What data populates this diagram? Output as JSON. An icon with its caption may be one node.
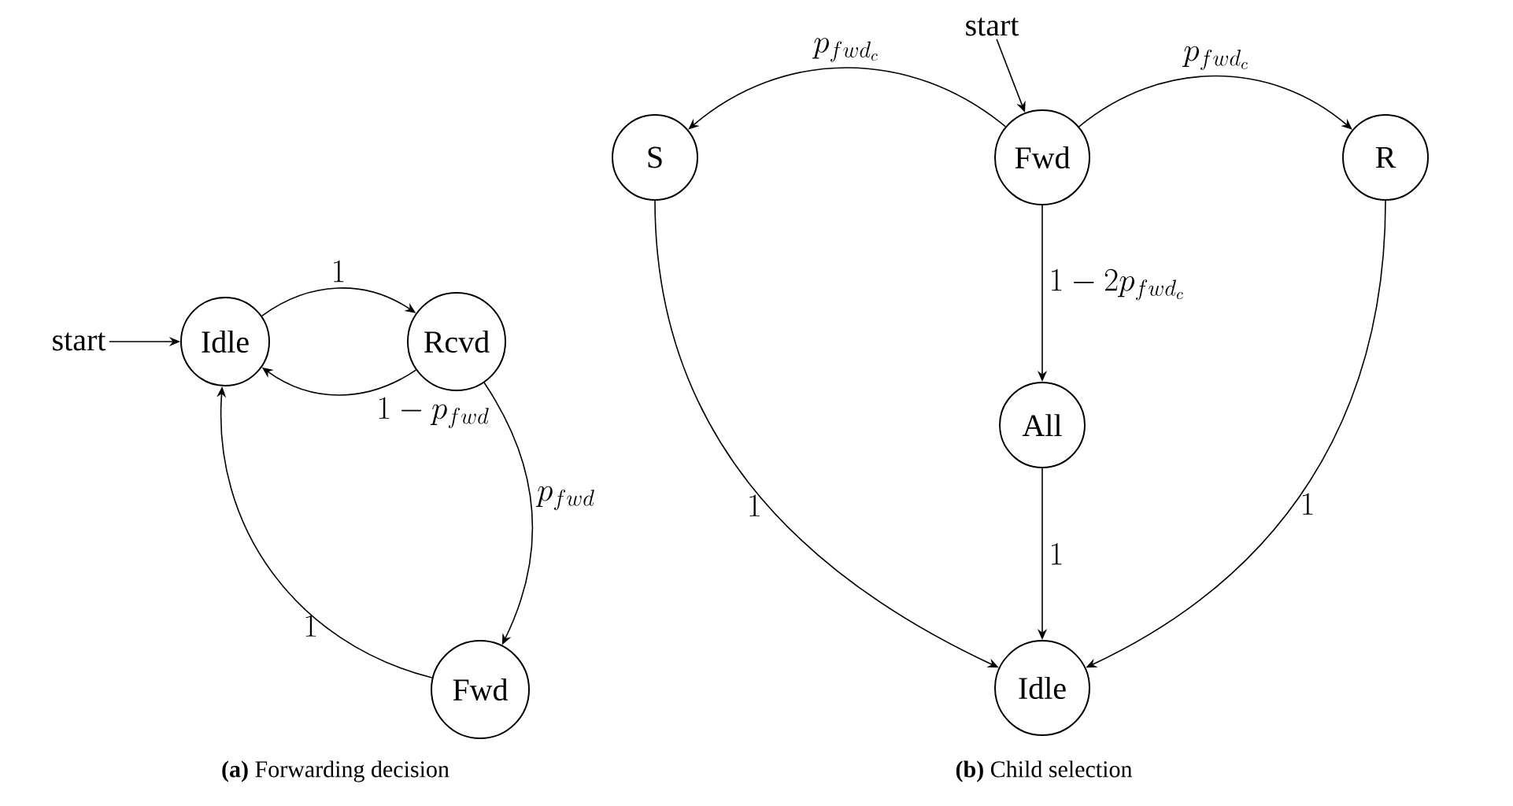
{
  "diagram": {
    "nodes": [
      {
        "text": [
          "start"
        ]
      },
      {
        "text": [
          "Idle"
        ]
      },
      {
        "text": [
          "Rcvd"
        ]
      },
      {
        "text": [
          "Fwd"
        ]
      },
      {
        "text": [
          "start"
        ]
      },
      {
        "text": [
          "S"
        ]
      },
      {
        "text": [
          "Fwd"
        ]
      },
      {
        "text": [
          "R"
        ]
      },
      {
        "text": [
          "All"
        ]
      },
      {
        "text": [
          "Idle"
        ]
      }
    ],
    "edges": [
      {
        "from": 0,
        "to": 1,
        "arrow": "to"
      },
      {
        "from": 1,
        "to": 2,
        "arrow": "to",
        "label": "1"
      },
      {
        "from": 2,
        "to": 1,
        "arrow": "to",
        "label": "1 - p_{fwd}"
      },
      {
        "from": 2,
        "to": 3,
        "arrow": "to",
        "label": "p_{fwd}"
      },
      {
        "from": 3,
        "to": 1,
        "arrow": "to",
        "label": "1"
      },
      {
        "from": 4,
        "to": 6,
        "arrow": "to"
      },
      {
        "from": 6,
        "to": 5,
        "arrow": "to",
        "label": "p_{fwd_c}"
      },
      {
        "from": 6,
        "to": 7,
        "arrow": "to",
        "label": "p_{fwd_c}"
      },
      {
        "from": 6,
        "to": 8,
        "arrow": "to",
        "label": "1 - 2p_{fwd_c}"
      },
      {
        "from": 5,
        "to": 9,
        "arrow": "to",
        "label": "1"
      },
      {
        "from": 8,
        "to": 9,
        "arrow": "to",
        "label": "1"
      },
      {
        "from": 7,
        "to": 9,
        "arrow": "to",
        "label": "1"
      }
    ],
    "labels": [
      "**(a)** Forwarding decision",
      "**(b)** Child selection"
    ]
  }
}
